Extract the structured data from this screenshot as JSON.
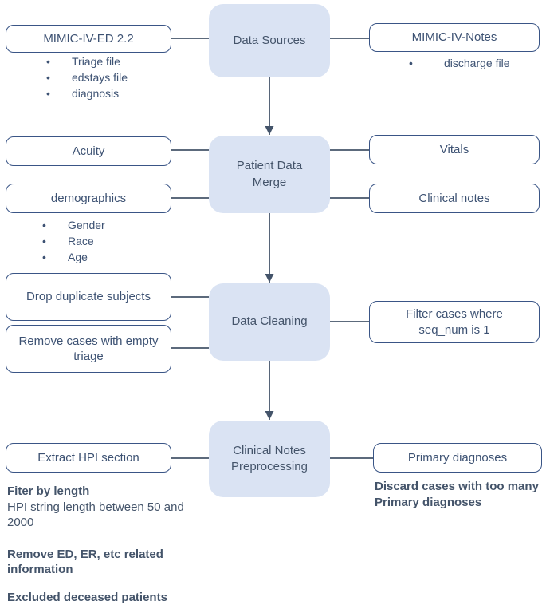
{
  "flow": {
    "center_stages": [
      {
        "label": "Data Sources"
      },
      {
        "label": "Patient Data Merge"
      },
      {
        "label": "Data Cleaning"
      },
      {
        "label": "Clinical Notes Preprocessing"
      }
    ],
    "left_boxes": [
      {
        "label": "MIMIC-IV-ED 2.2"
      },
      {
        "label": "Acuity"
      },
      {
        "label": "demographics"
      },
      {
        "label": "Drop duplicate subjects"
      },
      {
        "label": "Remove cases with empty triage"
      },
      {
        "label": "Extract HPI section"
      }
    ],
    "right_boxes": [
      {
        "label": "MIMIC-IV-Notes"
      },
      {
        "label": "Vitals"
      },
      {
        "label": "Clinical notes"
      },
      {
        "label": "Filter cases where seq_num is 1"
      },
      {
        "label": "Primary diagnoses"
      }
    ],
    "bullets": {
      "ed_files": [
        "Triage file",
        "edstays file",
        "diagnosis"
      ],
      "notes_files": [
        "discharge file"
      ],
      "demographics": [
        "Gender",
        "Race",
        "Age"
      ]
    },
    "annotations": {
      "filter_title": "Fiter by length",
      "filter_detail": "HPI string length between 50 and 2000",
      "remove_info": "Remove ED, ER, etc related information",
      "excluded": "Excluded deceased patients",
      "discard": "Discard cases with too many Primary diagnoses"
    },
    "colors": {
      "stage_fill": "#dae3f3",
      "outline": "#3a5586",
      "ink": "#44546a"
    }
  }
}
